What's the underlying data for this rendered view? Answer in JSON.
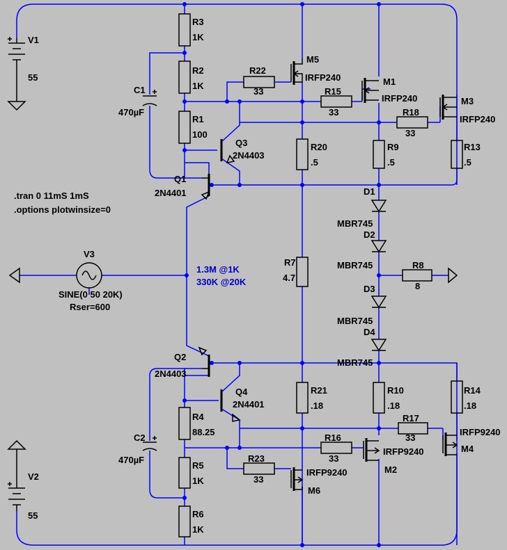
{
  "components": {
    "V1": {
      "name": "V1",
      "value": "55"
    },
    "V2": {
      "name": "V2",
      "value": "55"
    },
    "V3": {
      "name": "V3",
      "value": "SINE(0 50 20K)",
      "rser": "Rser=600"
    },
    "R1": {
      "name": "R1",
      "value": "100"
    },
    "R2": {
      "name": "R2",
      "value": "1K"
    },
    "R3": {
      "name": "R3",
      "value": "1K"
    },
    "R4": {
      "name": "R4",
      "value": "88.25"
    },
    "R5": {
      "name": "R5",
      "value": "1K"
    },
    "R6": {
      "name": "R6",
      "value": "1K"
    },
    "R7": {
      "name": "R7",
      "value": "4.7"
    },
    "R8": {
      "name": "R8",
      "value": "8"
    },
    "R9": {
      "name": "R9",
      "value": ".5"
    },
    "R10": {
      "name": "R10",
      "value": ".18"
    },
    "R13": {
      "name": "R13",
      "value": ".5"
    },
    "R14": {
      "name": "R14",
      "value": ".18"
    },
    "R15": {
      "name": "R15",
      "value": "33"
    },
    "R16": {
      "name": "R16",
      "value": "33"
    },
    "R17": {
      "name": "R17",
      "value": "33"
    },
    "R18": {
      "name": "R18",
      "value": "33"
    },
    "R20": {
      "name": "R20",
      "value": ".5"
    },
    "R21": {
      "name": "R21",
      "value": ".18"
    },
    "R22": {
      "name": "R22",
      "value": "33"
    },
    "R23": {
      "name": "R23",
      "value": "33"
    },
    "C1": {
      "name": "C1",
      "value": "470µF"
    },
    "C2": {
      "name": "C2",
      "value": "470µF"
    },
    "Q1": {
      "name": "Q1",
      "value": "2N4401"
    },
    "Q2": {
      "name": "Q2",
      "value": "2N4403"
    },
    "Q3": {
      "name": "Q3",
      "value": "2N4403"
    },
    "Q4": {
      "name": "Q4",
      "value": "2N4401"
    },
    "M1": {
      "name": "M1",
      "value": "IRFP240"
    },
    "M3": {
      "name": "M3",
      "value": "IRFP240"
    },
    "M5": {
      "name": "M5",
      "value": "IRFP240"
    },
    "M2": {
      "name": "M2",
      "value": "IRFP9240"
    },
    "M4": {
      "name": "M4",
      "value": "IRFP9240"
    },
    "M6": {
      "name": "M6",
      "value": "IRFP9240"
    },
    "D1": {
      "name": "D1",
      "value": "MBR745"
    },
    "D2": {
      "name": "D2",
      "value": "MBR745"
    },
    "D3": {
      "name": "D3",
      "value": "MBR745"
    },
    "D4": {
      "name": "D4",
      "value": "MBR745"
    }
  },
  "directives": {
    "tran": ".tran 0 11mS 1mS",
    "options": ".options plotwinsize=0"
  },
  "annotations": {
    "impedance_1k": "1.3M @1K",
    "impedance_20k": "330K @20K"
  },
  "colors": {
    "background": "#c0c0c0",
    "wire": "#0000ff",
    "component": "#000000",
    "annotation": "#0000cc"
  }
}
